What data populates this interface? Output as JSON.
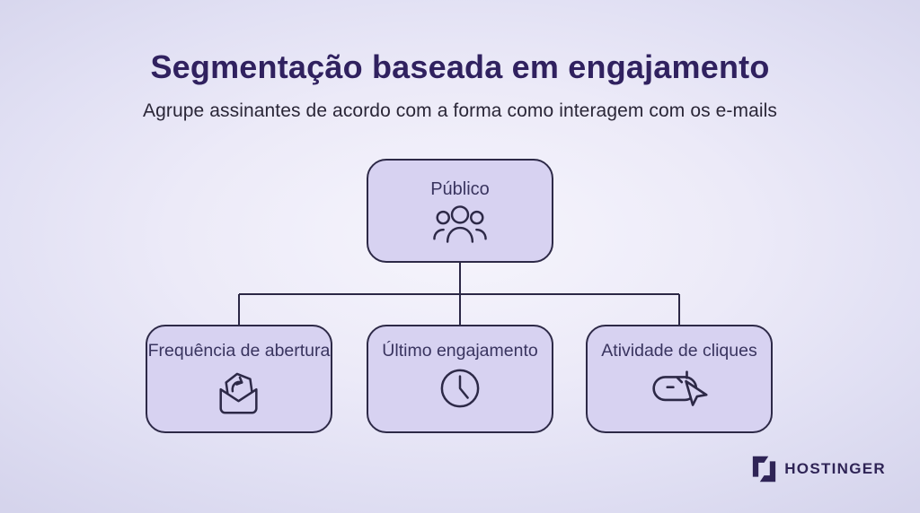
{
  "header": {
    "title": "Segmentação baseada em engajamento",
    "subtitle": "Agrupe assinantes de acordo com a forma como interagem com os e-mails"
  },
  "diagram": {
    "root": {
      "label": "Público",
      "icon": "people-group-icon"
    },
    "children": [
      {
        "label": "Frequência de abertura",
        "icon": "envelope-open-arrow-icon"
      },
      {
        "label": "Último engajamento",
        "icon": "clock-icon"
      },
      {
        "label": "Atividade de cliques",
        "icon": "click-cursor-icon"
      }
    ]
  },
  "footer": {
    "brand": "HOSTINGER",
    "brand_icon": "hostinger-h-icon"
  },
  "colors": {
    "background_edge": "#d5d4ec",
    "background_center": "#f6f5fc",
    "box_fill": "#d7d2f1",
    "box_border": "#2d2947",
    "title": "#30215f",
    "subtitle": "#2a2637",
    "label": "#39345f",
    "line": "#2b2745",
    "icon": "#2d2947",
    "brand": "#2f2456"
  }
}
